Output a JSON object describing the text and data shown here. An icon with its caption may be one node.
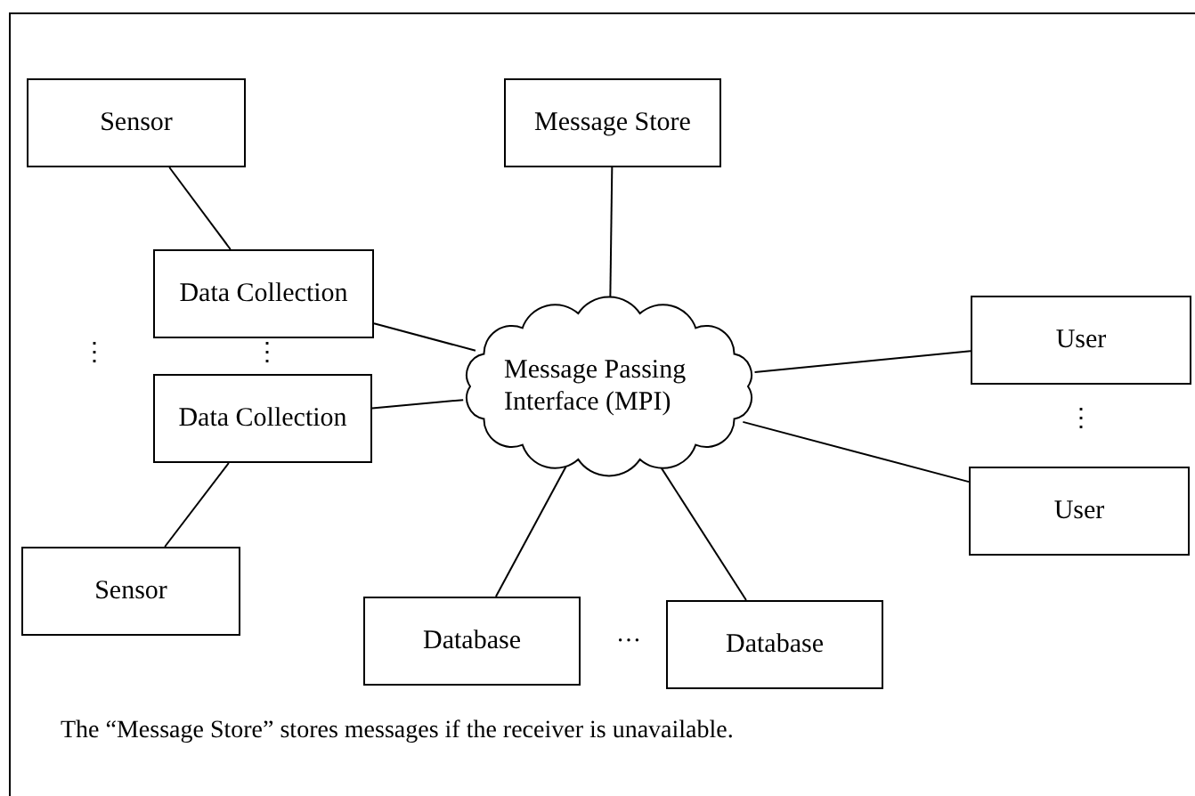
{
  "diagram": {
    "caption": "The “Message Store” stores messages if the receiver is unavailable.",
    "nodes": [
      {
        "text": [
          "Sensor"
        ]
      },
      {
        "text": [
          "Message Store"
        ]
      },
      {
        "text": [
          "Data Collection"
        ]
      },
      {
        "text": [
          "Message Passing Interface (MPI)"
        ]
      },
      {
        "text": [
          "User"
        ]
      },
      {
        "text": [
          "Data Collection"
        ]
      },
      {
        "text": [
          "User"
        ]
      },
      {
        "text": [
          "Sensor"
        ]
      },
      {
        "text": [
          "Database"
        ]
      },
      {
        "text": [
          "Database"
        ]
      }
    ],
    "edges": [
      {
        "from": 0,
        "to": 2,
        "arrow": "none"
      },
      {
        "from": 1,
        "to": 3,
        "arrow": "none"
      },
      {
        "from": 2,
        "to": 3,
        "arrow": "none"
      },
      {
        "from": 5,
        "to": 3,
        "arrow": "none"
      },
      {
        "from": 3,
        "to": 4,
        "arrow": "none"
      },
      {
        "from": 3,
        "to": 6,
        "arrow": "none"
      },
      {
        "from": 5,
        "to": 7,
        "arrow": "none"
      },
      {
        "from": 3,
        "to": 8,
        "arrow": "none"
      },
      {
        "from": 3,
        "to": 9,
        "arrow": "none"
      }
    ],
    "labels": [
      "⋮",
      "⋮",
      "⋮",
      "…"
    ]
  }
}
